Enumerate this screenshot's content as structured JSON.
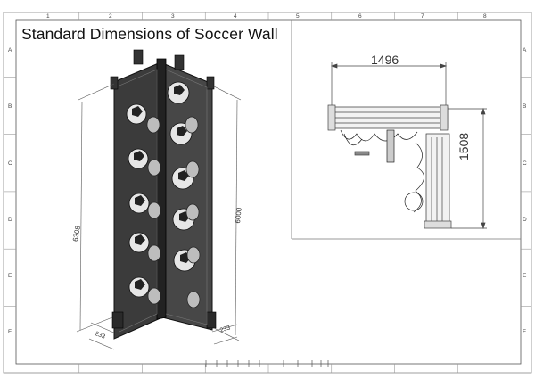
{
  "title": "Standard Dimensions of Soccer Wall",
  "grid": {
    "columns": [
      "1",
      "2",
      "3",
      "4",
      "5",
      "6",
      "7",
      "8"
    ],
    "rows": [
      "A",
      "B",
      "C",
      "D",
      "E",
      "F"
    ]
  },
  "dimensions": {
    "top_width": "1496",
    "top_depth": "1508",
    "height_front": "6000",
    "height_total": "6308",
    "base_left": "233",
    "base_right": "233"
  }
}
